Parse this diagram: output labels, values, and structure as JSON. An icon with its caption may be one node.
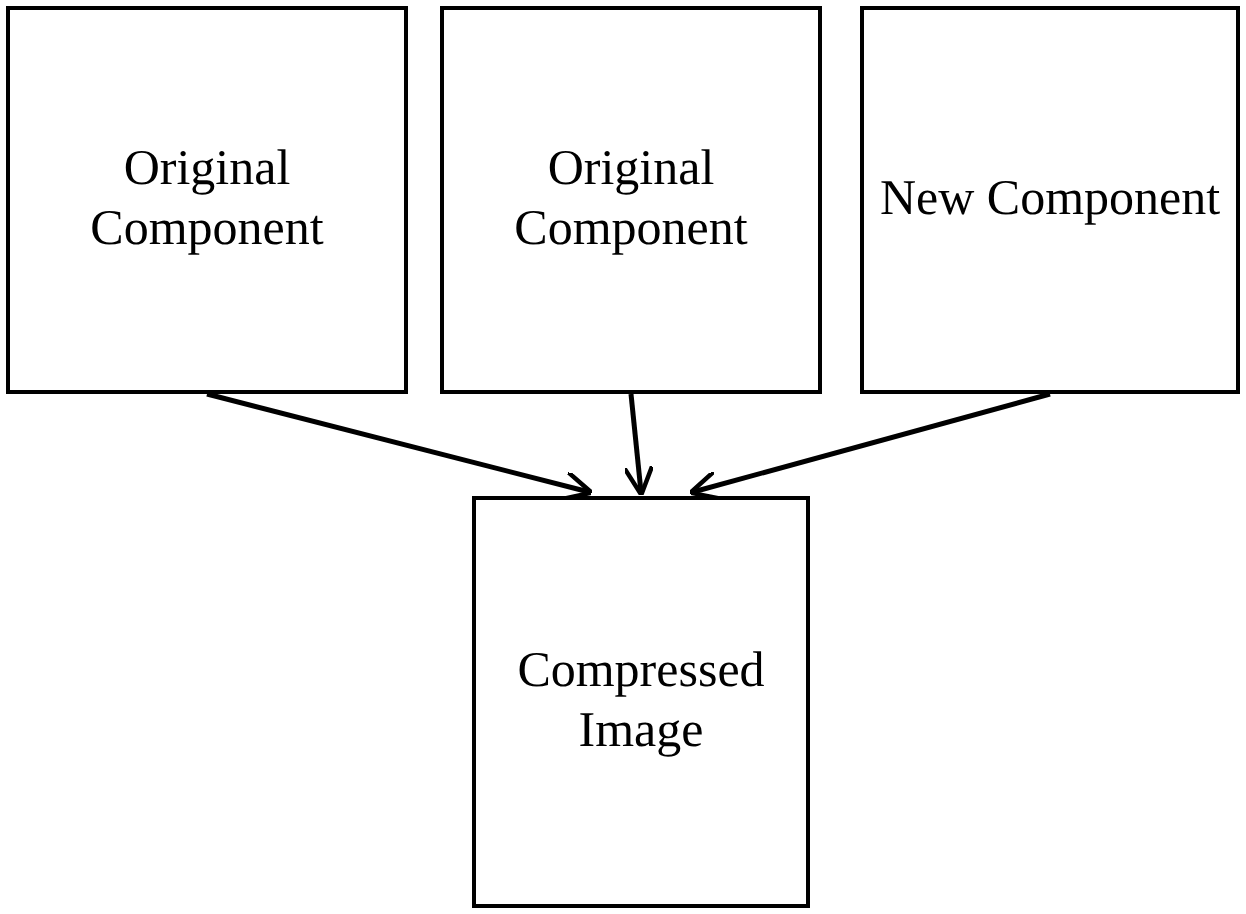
{
  "diagram": {
    "nodes": [
      {
        "text": [
          "Original Component"
        ]
      },
      {
        "text": [
          "Original Component"
        ]
      },
      {
        "text": [
          "New Component"
        ]
      },
      {
        "text": [
          "Compressed Image"
        ]
      }
    ],
    "edges": [
      {
        "from": 0,
        "to": 3,
        "arrow": "to"
      },
      {
        "from": 1,
        "to": 3,
        "arrow": "to"
      },
      {
        "from": 2,
        "to": 3,
        "arrow": "to"
      }
    ]
  }
}
